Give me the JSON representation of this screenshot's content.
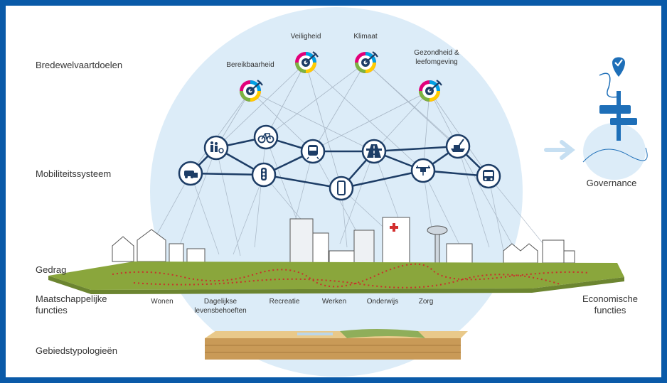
{
  "colors": {
    "frame": "#0a5aa8",
    "sky_circle": "#dcecf8",
    "node_stroke": "#1d3d66",
    "ground": "#8aa63c",
    "route": "#c9302c",
    "accent_blue": "#1e6fb8"
  },
  "left_labels": {
    "bredewelvaart": "Bredewelvaartdoelen",
    "mobiliteit": "Mobiliteitssysteem",
    "gedrag": "Gedrag",
    "maatschappelijk": "Maatschappelijke functies",
    "gebied": "Gebiedstypologieën"
  },
  "goals": [
    {
      "label": "Bereikbaarheid",
      "icon": "target-icon"
    },
    {
      "label": "Veiligheid",
      "icon": "target-icon"
    },
    {
      "label": "Klimaat",
      "icon": "target-icon"
    },
    {
      "label": "Gezondheid & leefomgeving",
      "icon": "target-icon"
    }
  ],
  "mobility_nodes": [
    {
      "icon": "car-share-icon"
    },
    {
      "icon": "pedestrian-bike-icon"
    },
    {
      "icon": "bicycle-icon"
    },
    {
      "icon": "traffic-light-icon"
    },
    {
      "icon": "train-icon"
    },
    {
      "icon": "smartphone-icon"
    },
    {
      "icon": "highway-icon"
    },
    {
      "icon": "drone-icon"
    },
    {
      "icon": "ship-crane-icon"
    },
    {
      "icon": "bus-icon"
    }
  ],
  "functions": [
    {
      "label": "Wonen"
    },
    {
      "label": "Dagelijkse levensbehoeften"
    },
    {
      "label": "Recreatie"
    },
    {
      "label": "Werken"
    },
    {
      "label": "Onderwijs"
    },
    {
      "label": "Zorg"
    }
  ],
  "economic": "Economische functies",
  "governance": {
    "label": "Governance",
    "icon": "signpost-location-icon"
  }
}
